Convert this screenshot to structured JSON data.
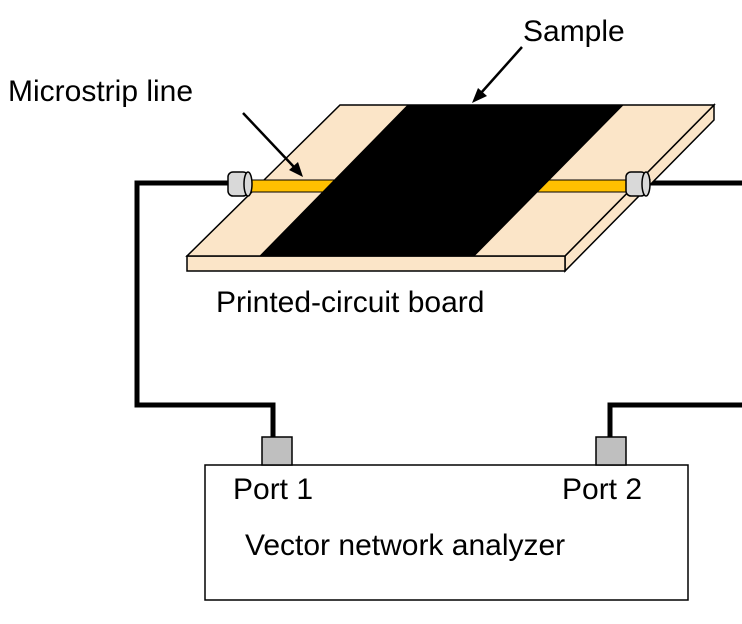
{
  "labels": {
    "sample": "Sample",
    "microstrip": "Microstrip line",
    "pcb": "Printed-circuit board",
    "port1": "Port 1",
    "port2": "Port 2",
    "vna": "Vector network analyzer"
  },
  "colors": {
    "board_top": "#FBE5C8",
    "board_edge": "#FBE5C8",
    "sample": "#000000",
    "strip": "#FFC000",
    "connector": "#D9D9D9",
    "port_block": "#BFBFBF",
    "cable": "#000000",
    "outline": "#000000",
    "background": "#FFFFFF"
  }
}
